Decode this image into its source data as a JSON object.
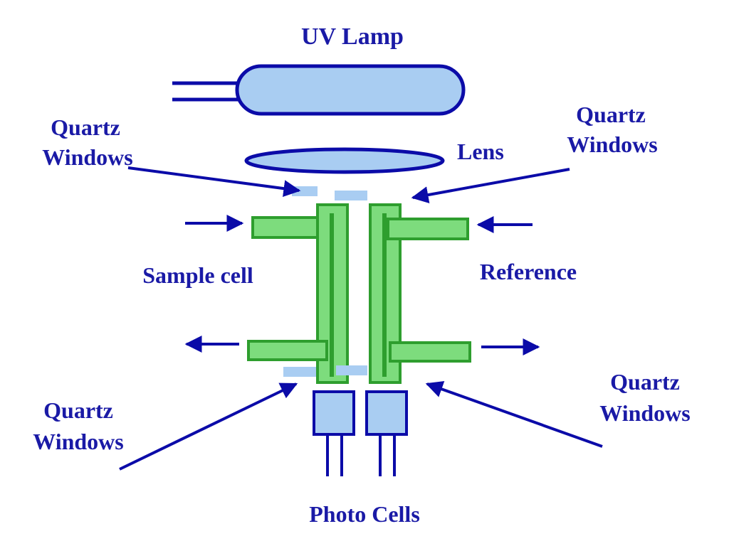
{
  "diagram": {
    "labels": {
      "uv_lamp": "UV Lamp",
      "lens": "Lens",
      "quartz_top_left_line1": "Quartz",
      "quartz_top_left_line2": "Windows",
      "quartz_top_right_line1": "Quartz",
      "quartz_top_right_line2": "Windows",
      "sample_cell": "Sample cell",
      "reference_cell": "Reference",
      "quartz_bottom_left_line1": "Quartz",
      "quartz_bottom_left_line2": "Windows",
      "quartz_bottom_right_line1": "Quartz",
      "quartz_bottom_right_line2": "Windows",
      "photo_cells": "Photo Cells"
    },
    "colors": {
      "line": "#0b0ba8",
      "lamp_fill": "#a9cdf2",
      "quartz_fill": "#a9cdf2",
      "cell_green": "#2e9e2e",
      "cell_green_light": "#7ddc7d",
      "label": "#1a1aa6"
    }
  }
}
